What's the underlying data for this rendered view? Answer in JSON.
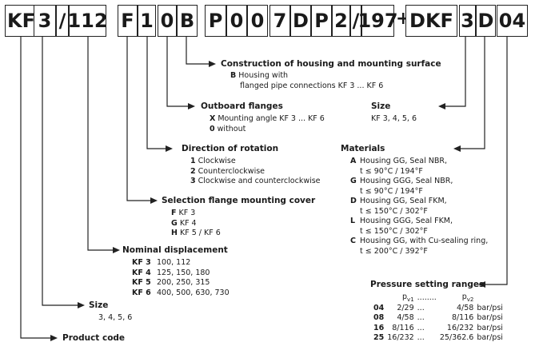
{
  "code_boxes": [
    "KF",
    "3",
    "/",
    "112",
    "F",
    "1",
    "0",
    "B",
    "P",
    "0",
    "0",
    "7",
    "D",
    "P",
    "2",
    "/",
    "197",
    "+",
    "DKF",
    "3",
    "D",
    "04"
  ],
  "sections": {
    "construction": {
      "title": "Construction of housing and mounting surface",
      "items": [
        {
          "key": "B",
          "text": "Housing with",
          "text2": "flanged pipe connections KF 3 ... KF 6"
        }
      ]
    },
    "outboard_flanges": {
      "title": "Outboard flanges",
      "items": [
        {
          "key": "X",
          "text": "Mounting angle KF 3 ... KF 6"
        },
        {
          "key": "0",
          "text": "without"
        }
      ]
    },
    "direction": {
      "title": "Direction of rotation",
      "items": [
        {
          "key": "1",
          "text": "Clockwise"
        },
        {
          "key": "2",
          "text": "Counterclockwise"
        },
        {
          "key": "3",
          "text": "Clockwise and counterclockwise"
        }
      ]
    },
    "selection_flange": {
      "title": "Selection flange mounting cover",
      "items": [
        {
          "key": "F",
          "text": "KF 3"
        },
        {
          "key": "G",
          "text": "KF 4"
        },
        {
          "key": "H",
          "text": "KF 5 / KF 6"
        }
      ]
    },
    "nominal": {
      "title": "Nominal displacement",
      "items": [
        {
          "key": "KF 3",
          "text": "100, 112"
        },
        {
          "key": "KF 4",
          "text": "125, 150, 180"
        },
        {
          "key": "KF 5",
          "text": "200, 250, 315"
        },
        {
          "key": "KF 6",
          "text": "400, 500, 630, 730"
        }
      ]
    },
    "size_left": {
      "title": "Size",
      "text": "3, 4, 5, 6"
    },
    "product_code": {
      "title": "Product code"
    },
    "size_right": {
      "title": "Size",
      "text": "KF 3, 4, 5, 6"
    },
    "materials": {
      "title": "Materials",
      "items": [
        {
          "key": "A",
          "text": "Housing GG, Seal NBR,",
          "text2": "t ≤ 90°C / 194°F"
        },
        {
          "key": "G",
          "text": "Housing GGG, Seal NBR,",
          "text2": "t ≤ 90°C / 194°F"
        },
        {
          "key": "D",
          "text": "Housing GG, Seal FKM,",
          "text2": "t ≤ 150°C / 302°F"
        },
        {
          "key": "L",
          "text": "Housing GGG, Seal FKM,",
          "text2": "t ≤ 150°C / 302°F"
        },
        {
          "key": "C",
          "text": "Housing GG, with Cu-sealing ring,",
          "text2": "t ≤ 200°C / 392°F"
        }
      ]
    },
    "pressure": {
      "title": "Pressure setting ranges",
      "col1": "p",
      "col1_sub": "v1",
      "dots": "........",
      "col2": "p",
      "col2_sub": "v2",
      "rows": [
        {
          "code": "04",
          "p1": "2/29",
          "p2": "4/58",
          "unit": "bar/psi"
        },
        {
          "code": "08",
          "p1": "4/58",
          "p2": "8/116",
          "unit": "bar/psi"
        },
        {
          "code": "16",
          "p1": "8/116",
          "p2": "16/232",
          "unit": "bar/psi"
        },
        {
          "code": "25",
          "p1": "16/232",
          "p2": "25/362.6",
          "unit": "bar/psi"
        }
      ],
      "sep": "..."
    }
  }
}
